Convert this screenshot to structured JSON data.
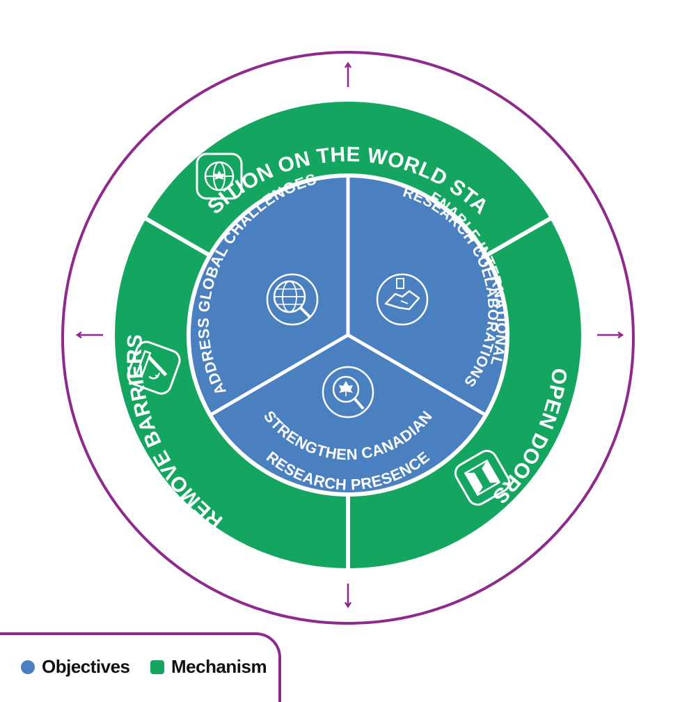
{
  "colors": {
    "objective": "#4a7fc0",
    "mechanism": "#14a660",
    "outline": "#8e2a8c",
    "divider": "#ffffff"
  },
  "mechanisms": [
    {
      "label": "POSITION ON THE WORLD STAGE",
      "icon": "globe-maple-leaf-icon"
    },
    {
      "label": "OPEN DOORS",
      "icon": "open-door-icon"
    },
    {
      "label": "REMOVE BARRIERS",
      "icon": "barrier-gate-icon"
    }
  ],
  "objectives": [
    {
      "lines": [
        "ADDRESS GLOBAL CHALLENGES"
      ],
      "icon": "globe-magnifier-icon"
    },
    {
      "lines": [
        "ENABLE INTERNATIONAL",
        "RESEARCH COLLABORATIONS"
      ],
      "icon": "handshake-icon"
    },
    {
      "lines": [
        "STRENGTHEN CANADIAN",
        "RESEARCH PRESENCE"
      ],
      "icon": "maple-leaf-magnifier-icon"
    }
  ],
  "legend": {
    "objectives_label": "Objectives",
    "mechanism_label": "Mechanism"
  }
}
